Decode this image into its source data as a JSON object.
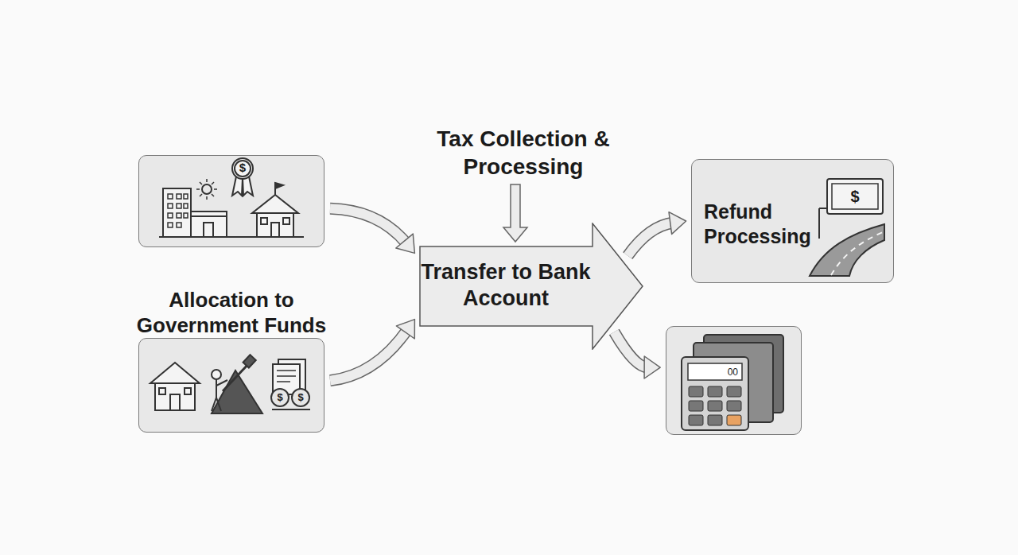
{
  "diagram": {
    "nodes": [
      {
        "text": []
      },
      {
        "text": [
          "Allocation to Government Funds"
        ]
      },
      {
        "text": [
          "Transfer to Bank Account"
        ]
      },
      {
        "text": [
          "Refund Processing"
        ]
      },
      {
        "text": []
      }
    ],
    "edges": [
      {
        "from": 0,
        "to": 2,
        "arrow": "to"
      },
      {
        "from": 1,
        "to": 2,
        "arrow": "to"
      },
      {
        "from": 2,
        "to": 3,
        "arrow": "to"
      },
      {
        "from": 2,
        "to": 4,
        "arrow": "to"
      }
    ],
    "labels": [
      "Tax Collection & Processing",
      "$",
      "$",
      "00",
      "$",
      "$"
    ]
  }
}
